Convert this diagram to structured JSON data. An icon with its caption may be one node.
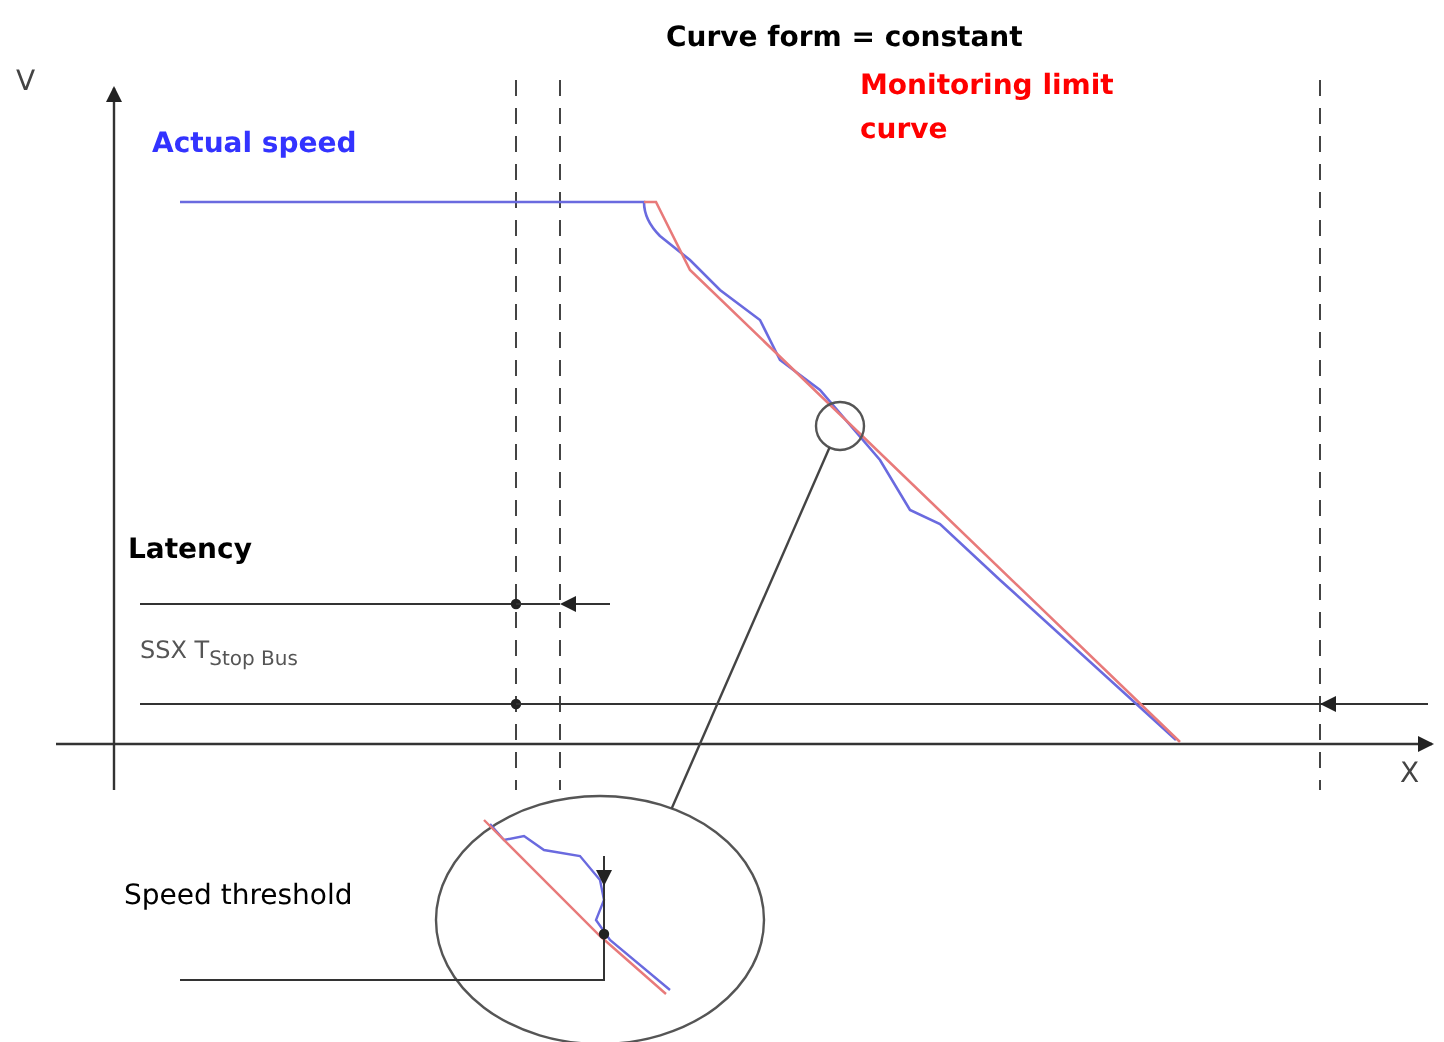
{
  "diagram": {
    "nodes": [
      {
        "text": [],
        "shape": "circle"
      },
      {
        "text": [],
        "shape": "circle"
      }
    ],
    "edges": [
      {
        "from": 0,
        "to": 1,
        "arrow": "none"
      }
    ],
    "labels": [
      "Curve form = constant",
      "V",
      "Monitoring limit curve",
      "Actual speed",
      "Latency",
      "SSX T$_{Stop Bus}$",
      "X",
      "Speed threshold"
    ]
  }
}
